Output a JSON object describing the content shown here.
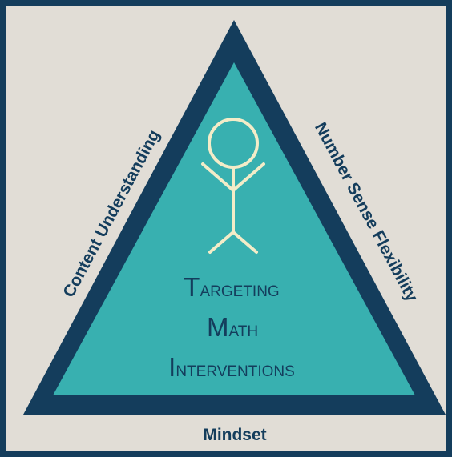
{
  "diagram": {
    "left_side_label": "Content Understanding",
    "right_side_label": "Number Sense Flexibility",
    "base_label": "Mindset",
    "center_title": {
      "line1": {
        "initial": "T",
        "rest": "ARGETING"
      },
      "line2": {
        "initial": "M",
        "rest": "ATH"
      },
      "line3": {
        "initial": "I",
        "rest": "NTERVENTIONS"
      }
    },
    "figure_icon": "stick-figure-icon",
    "colors": {
      "background": "#e1ddd6",
      "frame": "#143d5c",
      "triangle_outer": "#143d5c",
      "triangle_inner": "#38b0b0",
      "figure": "#f3ecc8",
      "text": "#143d5c"
    }
  }
}
